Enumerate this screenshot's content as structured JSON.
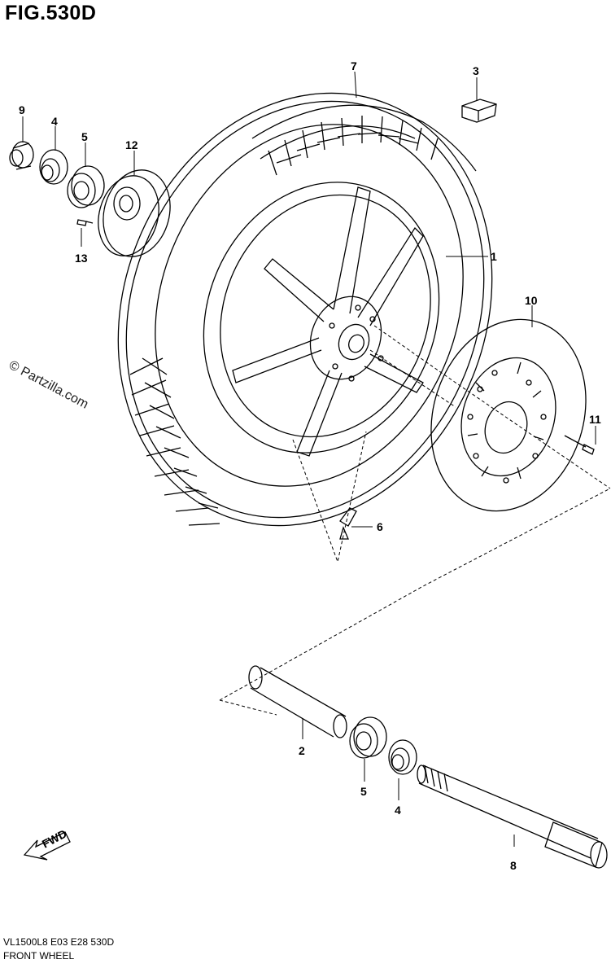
{
  "figure": {
    "title": "FIG.530D"
  },
  "watermark": "© Partzilla.com",
  "footer": {
    "code": "VL1500L8  E03  E28  530D",
    "name": "FRONT WHEEL"
  },
  "fwd_label": "FWD",
  "callouts": {
    "c1": "1",
    "c2": "2",
    "c3": "3",
    "c4a": "4",
    "c4b": "4",
    "c5a": "5",
    "c5b": "5",
    "c6": "6",
    "c7": "7",
    "c8": "8",
    "c9": "9",
    "c10": "10",
    "c11": "11",
    "c12": "12",
    "c13": "13"
  }
}
